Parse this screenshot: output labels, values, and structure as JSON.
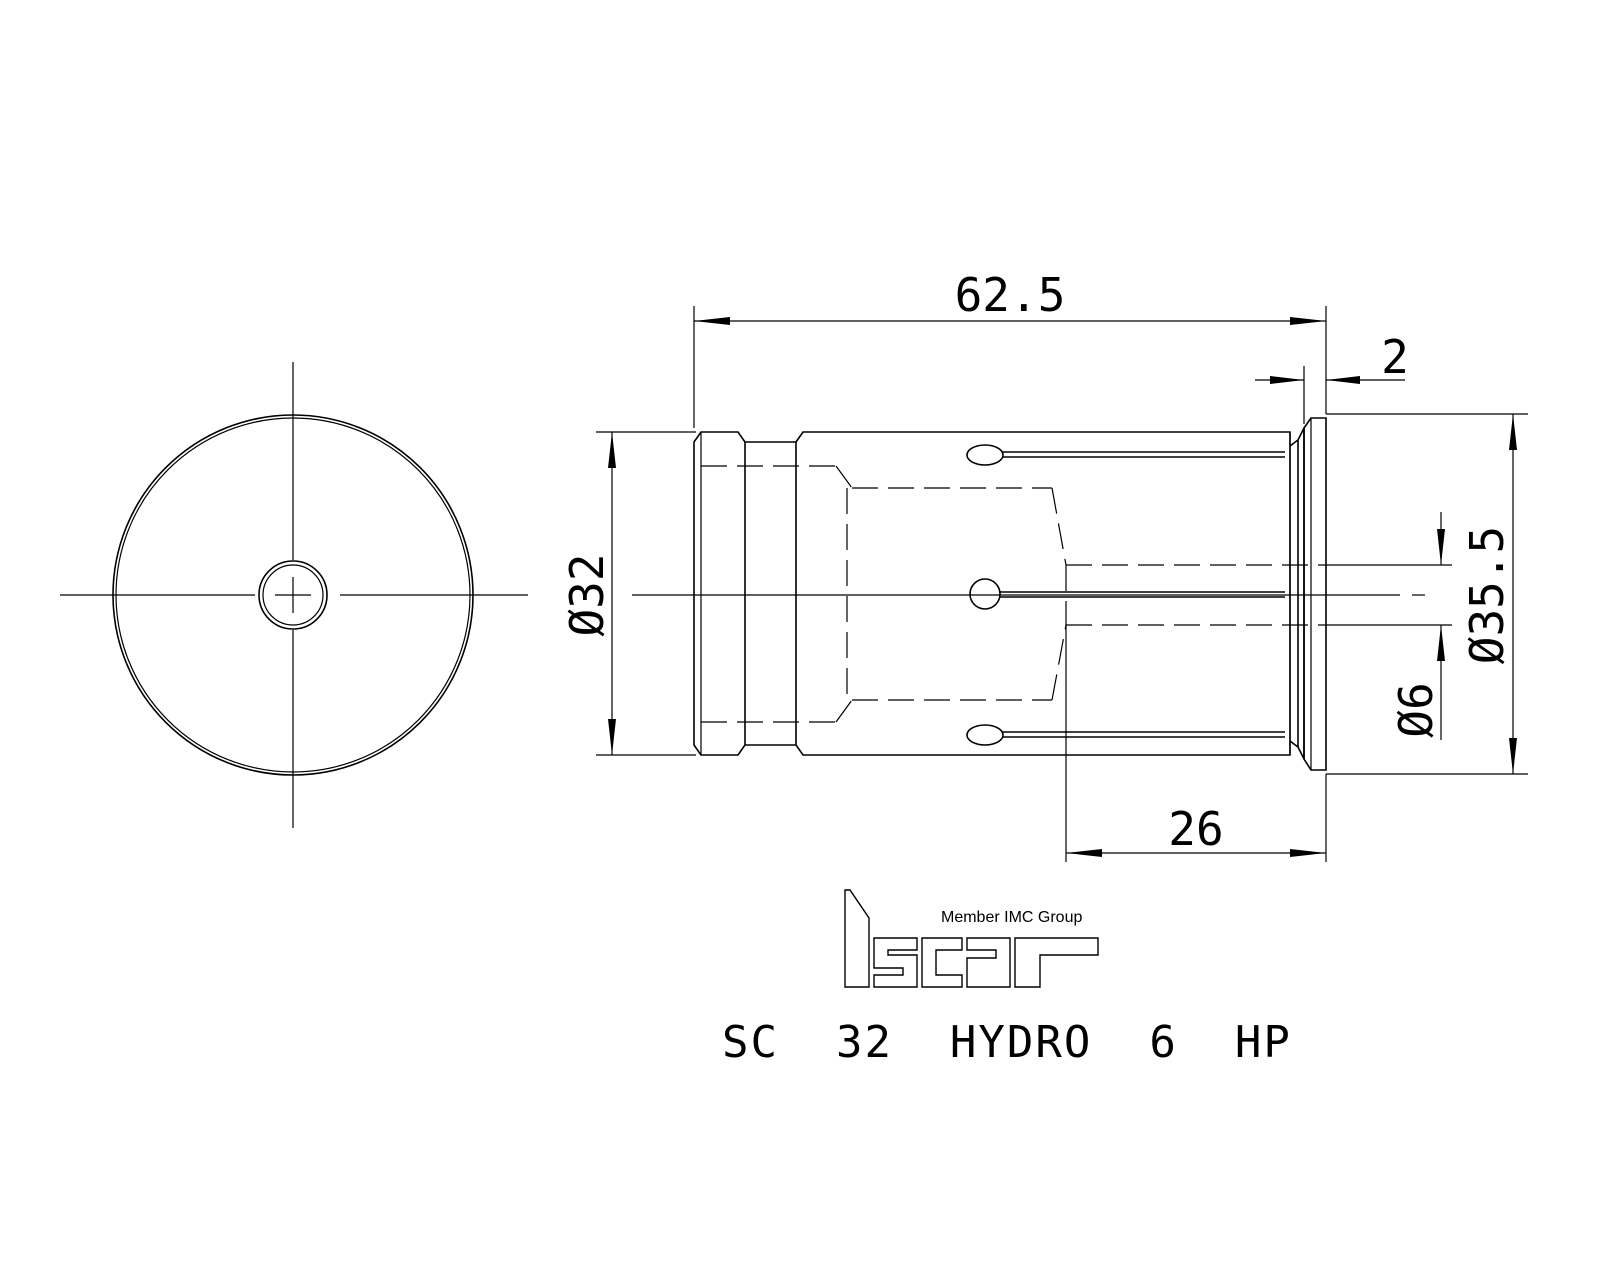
{
  "dimensions": {
    "overall_length": "62.5",
    "flange_width": "2",
    "body_diameter": "Ø32",
    "flange_diameter": "Ø35.5",
    "bore_diameter": "Ø6",
    "bore_depth": "26"
  },
  "logo": {
    "brand": "iscar",
    "tagline": "Member IMC Group"
  },
  "product_code": "SC 32 HYDRO 6 HP"
}
